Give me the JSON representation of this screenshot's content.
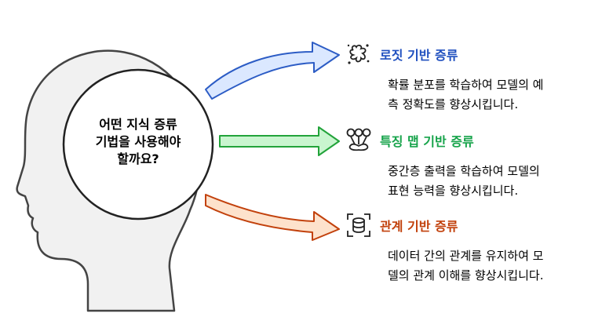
{
  "question": "어떤 지식 증류\n기법을 사용해야\n할까요?",
  "items": [
    {
      "title": "로짓 기반 증류",
      "color": "#1f4fbf",
      "icon": "splash-icon",
      "description": "확률 분포를 학습하여 모델의 예\n측 정확도를 향상시킵니다."
    },
    {
      "title": "특징 맵 기반 증류",
      "color": "#16a34a",
      "icon": "feature-map-icon",
      "description": "중간층 출력을 학습하여 모델의\n표현 능력을 향상시킵니다."
    },
    {
      "title": "관계 기반 증류",
      "color": "#c2410c",
      "icon": "database-scan-icon",
      "description": "데이터 간의 관계를 유지하여 모\n델의 관계 이해를 향상시킵니다."
    }
  ]
}
